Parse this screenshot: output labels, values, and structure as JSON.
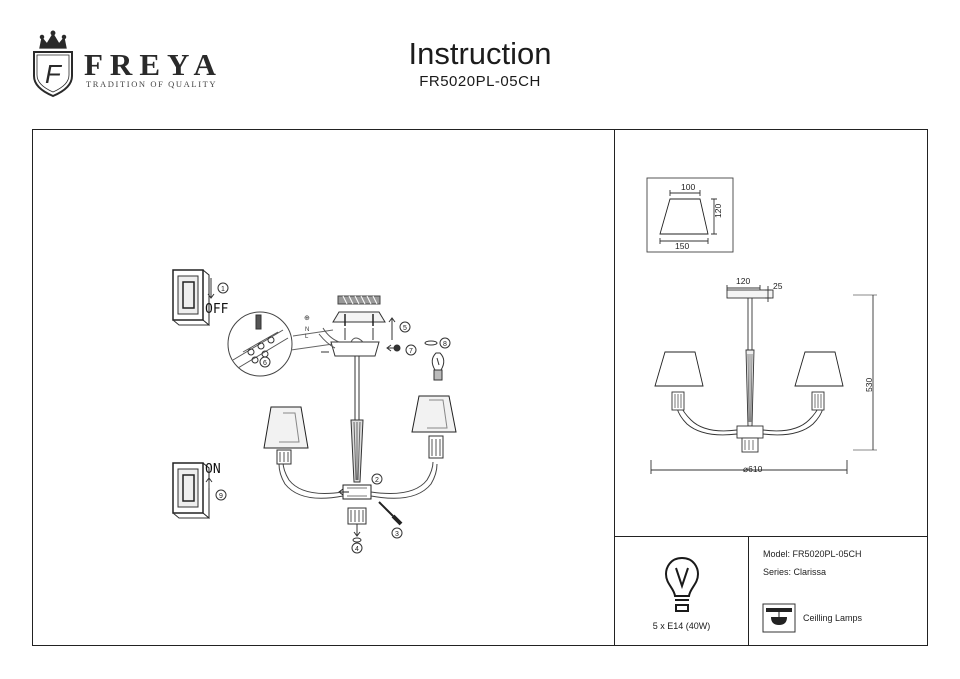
{
  "brand": {
    "name": "FREYA",
    "tagline": "TRADITION OF QUALITY",
    "monogram": "F"
  },
  "header": {
    "title": "Instruction",
    "model_code": "FR5020PL-05CH"
  },
  "install": {
    "switch_off_label": "OFF",
    "switch_on_label": "ON",
    "steps": [
      "1",
      "2",
      "3",
      "4",
      "5",
      "6",
      "7",
      "8",
      "9"
    ]
  },
  "dimensions": {
    "shade_top": "100",
    "shade_height": "120",
    "shade_bottom": "150",
    "canopy_width": "120",
    "canopy_height": "25",
    "total_height": "530",
    "diameter": "⌀610"
  },
  "specs": {
    "bulbs": "5 x E14 (40W)",
    "model_line": "Model: FR5020PL-05CH",
    "series_line": "Series: Clarissa",
    "type_line": "Ceilling Lamps"
  },
  "icons": [
    "crown-icon",
    "shield-monogram-icon",
    "light-switch-icon",
    "bulb-icon",
    "ceiling-lamp-icon",
    "screwdriver-icon"
  ]
}
